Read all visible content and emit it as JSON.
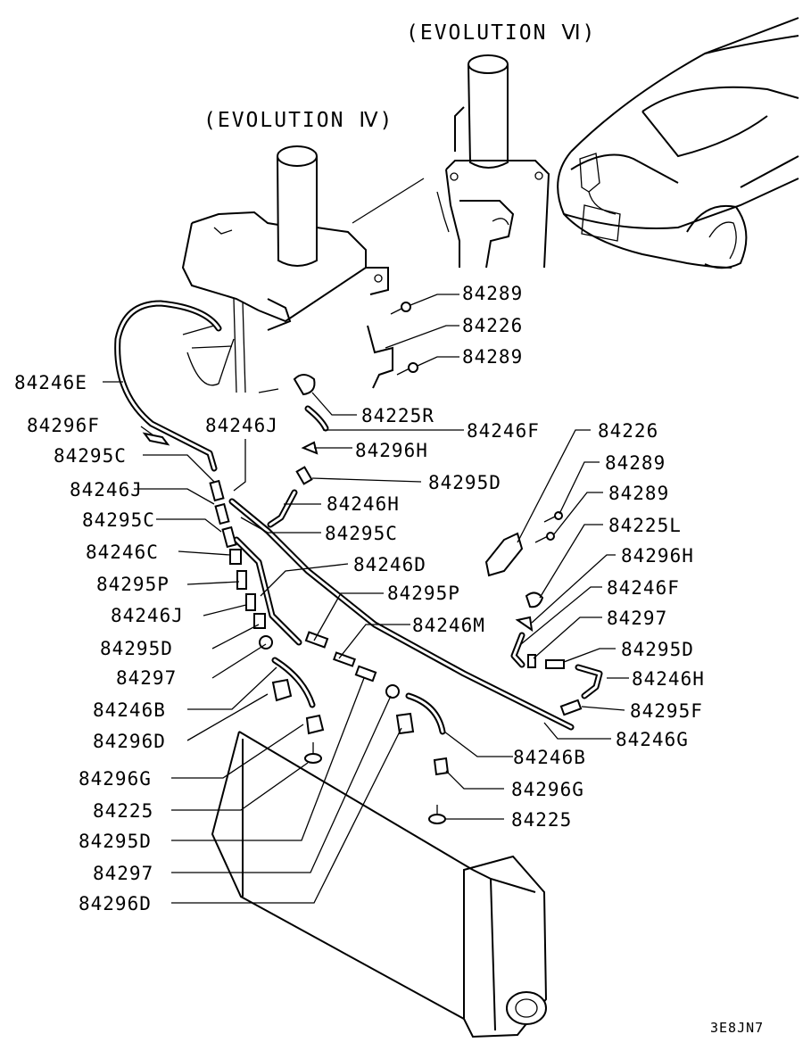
{
  "headers": {
    "evo6": "(EVOLUTION Ⅵ)",
    "evo4": "(EVOLUTION Ⅳ)"
  },
  "diagram_code": "3E8JN7",
  "labels": {
    "l_84289_a": "84289",
    "l_84226_a": "84226",
    "l_84289_b": "84289",
    "l_84246E": "84246E",
    "l_84225R": "84225R",
    "l_84246F_a": "84246F",
    "l_84296F": "84296F",
    "l_84246J_a": "84246J",
    "l_84296H_a": "84296H",
    "l_84295C_a": "84295C",
    "l_84295D_a": "84295D",
    "l_84246J_b": "84246J",
    "l_84246H_a": "84246H",
    "l_84295C_b": "84295C",
    "l_84295C_c": "84295C",
    "l_84246C": "84246C",
    "l_84246D": "84246D",
    "l_84295P_a": "84295P",
    "l_84295P_b": "84295P",
    "l_84246J_c": "84246J",
    "l_84246M": "84246M",
    "l_84295D_b": "84295D",
    "l_84297_a": "84297",
    "l_84246B_a": "84246B",
    "l_84296D_a": "84296D",
    "l_84296G_a": "84296G",
    "l_84225_a": "84225",
    "l_84295D_c": "84295D",
    "l_84297_b": "84297",
    "l_84296D_b": "84296D",
    "l_84226_b": "84226",
    "l_84289_c": "84289",
    "l_84289_d": "84289",
    "l_84225L": "84225L",
    "l_84296H_b": "84296H",
    "l_84246F_b": "84246F",
    "l_84297_c": "84297",
    "l_84295D_d": "84295D",
    "l_84246H_b": "84246H",
    "l_84295F": "84295F",
    "l_84246G": "84246G",
    "l_84246B_b": "84246B",
    "l_84296G_b": "84296G",
    "l_84225_b": "84225"
  }
}
